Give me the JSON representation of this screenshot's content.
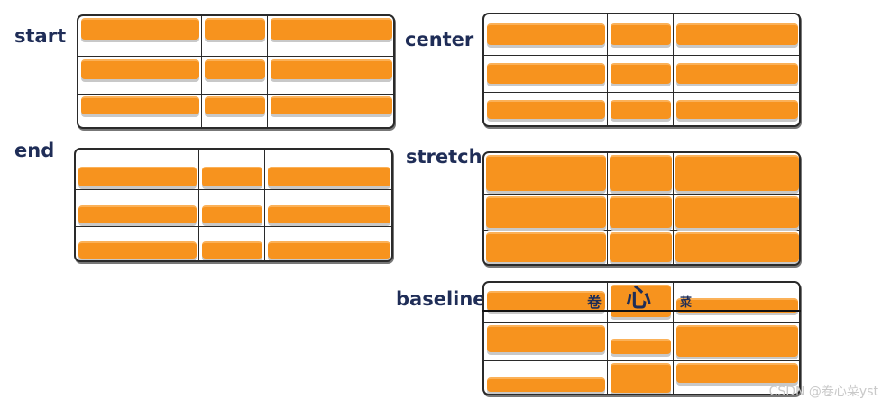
{
  "labels": {
    "start": "start",
    "end": "end",
    "center": "center",
    "stretch": "stretch",
    "baseline": "baseline"
  },
  "baseline_glyphs": {
    "left": "卷",
    "middle": "心",
    "right": "菜"
  },
  "watermark": "CSDN @卷心菜yst",
  "colors": {
    "item_orange": "#f7931e",
    "label_navy": "#1f2d57",
    "grid_line": "#2a2a2a"
  },
  "grid": {
    "rows": 3,
    "columns": 3
  }
}
